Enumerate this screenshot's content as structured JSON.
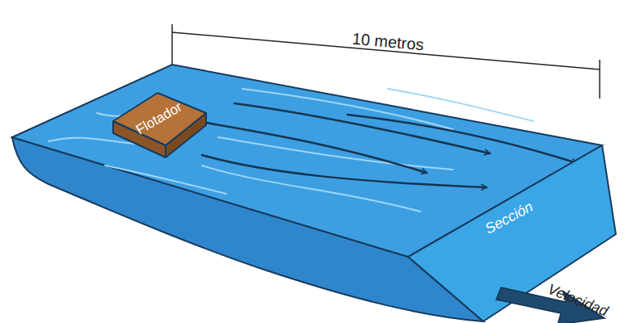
{
  "diagram": {
    "nodes": [
      {
        "text": [
          "Flotador"
        ]
      },
      {
        "text": [
          "Sección"
        ]
      }
    ],
    "labels": [
      "10 metros",
      "Velocidad"
    ]
  }
}
